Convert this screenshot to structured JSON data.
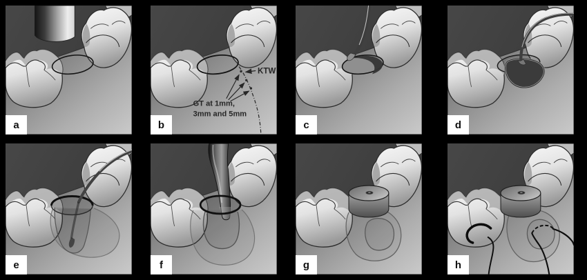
{
  "panels": [
    {
      "label": "a"
    },
    {
      "label": "b"
    },
    {
      "label": "c"
    },
    {
      "label": "d"
    },
    {
      "label": "e"
    },
    {
      "label": "f"
    },
    {
      "label": "g"
    },
    {
      "label": "h"
    }
  ],
  "annotations": {
    "ktw_label": "KTW",
    "gt_line1": "GT at 1mm,",
    "gt_line2": "3mm and 5mm"
  },
  "colors": {
    "page_background": "#000000",
    "panel_dark_background": "#3f3f3f",
    "gum_light": "#c8c8c8",
    "tooth_light": "#f0f0f0",
    "instrument_dark": "#3d3d3d",
    "label_box": "#ffffff",
    "label_text": "#111111",
    "annotation_text": "#262626"
  }
}
